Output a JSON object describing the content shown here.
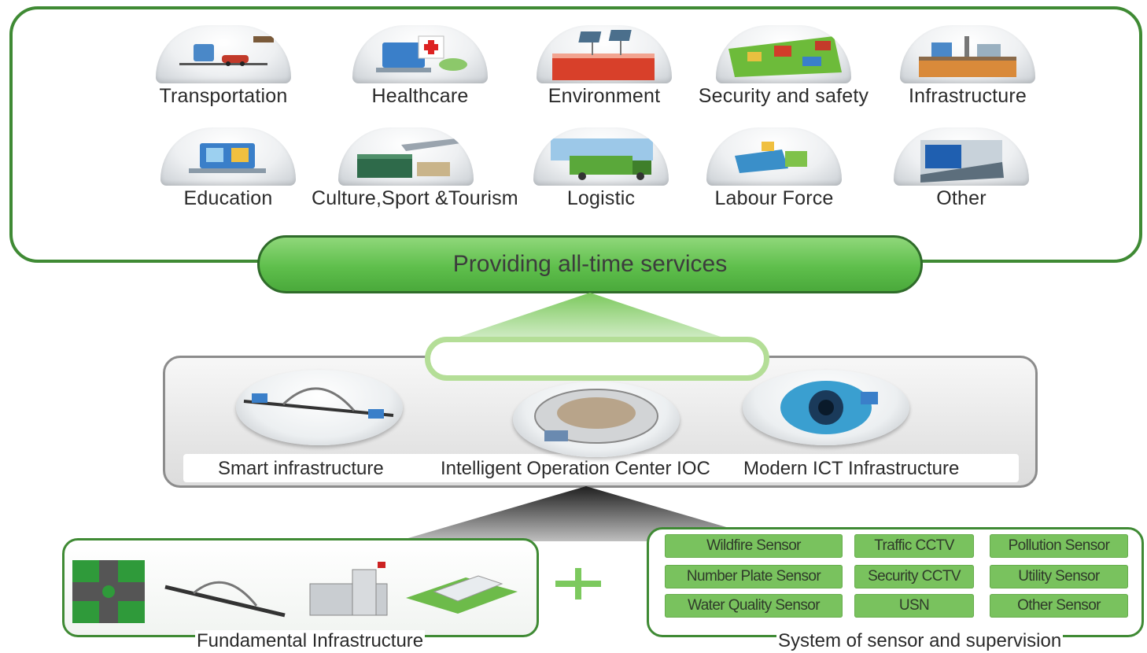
{
  "services": {
    "row1": [
      "Transportation",
      "Healthcare",
      "Environment",
      "Security and safety",
      "Infrastructure"
    ],
    "row2": [
      "Education",
      "Culture,Sport &Tourism",
      "Logistic",
      "Labour Force",
      "Other"
    ],
    "banner": "Providing all-time services"
  },
  "platform": {
    "items": [
      "Smart infrastructure",
      "Intelligent Operation Center IOC",
      "Modern ICT Infrastructure"
    ]
  },
  "fundamental": {
    "label": "Fundamental Infrastructure"
  },
  "sensors": {
    "label": "System of sensor and supervision",
    "grid": [
      [
        "Wildfire Sensor",
        "Traffic CCTV",
        "Pollution Sensor"
      ],
      [
        "Number Plate Sensor",
        "Security CCTV",
        "Utility Sensor"
      ],
      [
        "Water Quality Sensor",
        "USN",
        "Other Sensor"
      ]
    ]
  },
  "colors": {
    "frame_green": "#3f8a34",
    "banner_green": "#5fbf4c",
    "sensor_green": "#79c25e",
    "platform_border": "#8c8c8c"
  }
}
